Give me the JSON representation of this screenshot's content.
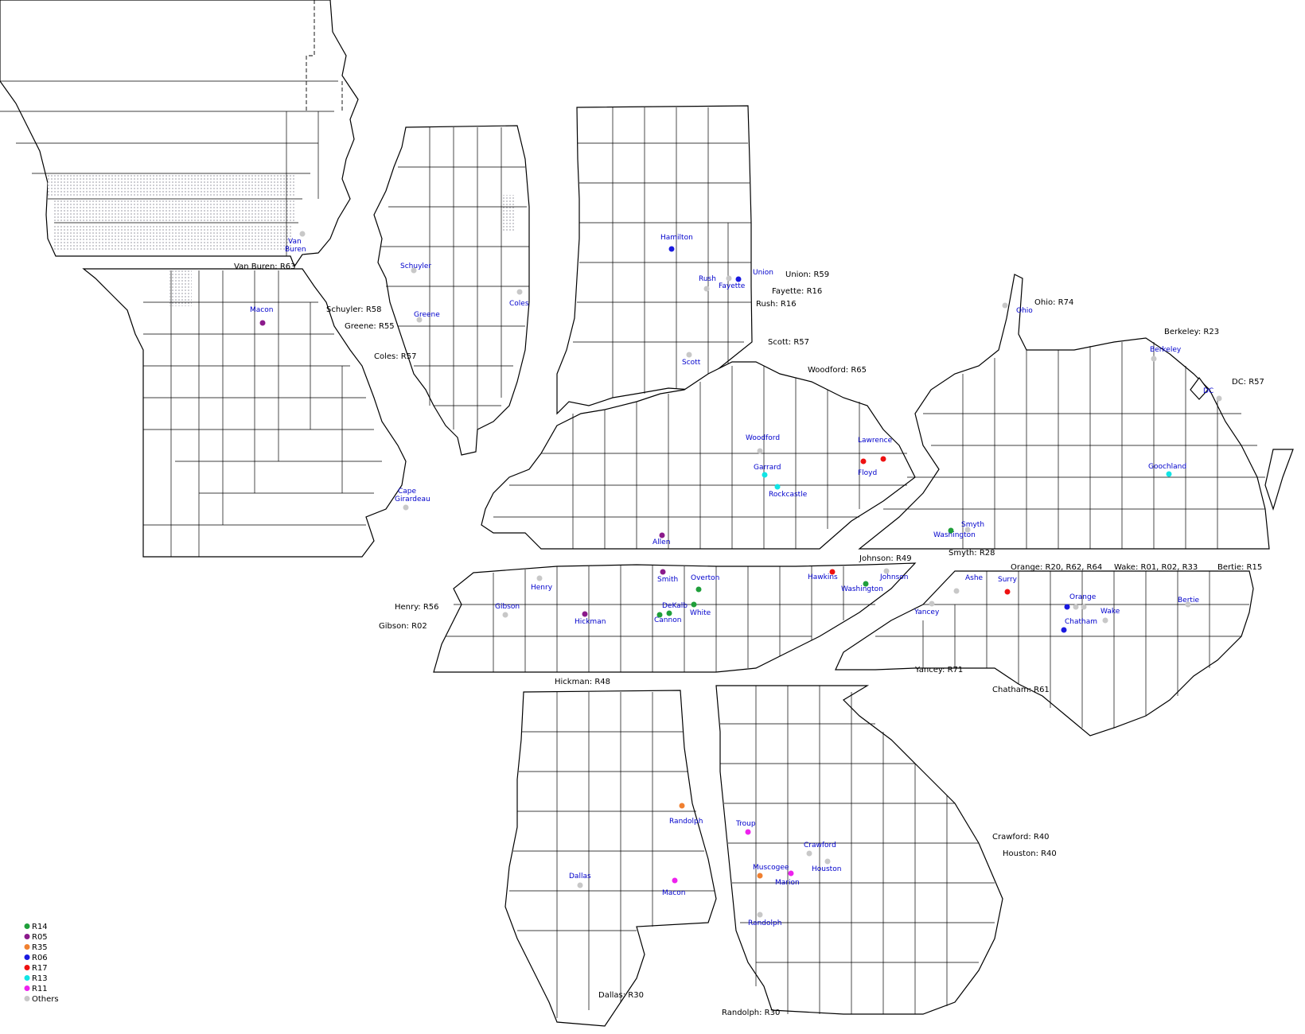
{
  "colors": {
    "R14": "#1f9f3a",
    "R05": "#8b1a8b",
    "R35": "#f08030",
    "R06": "#1a1ae0",
    "R17": "#ee1111",
    "R13": "#11e5e5",
    "R11": "#ee22ee",
    "Others": "#c8c8c8",
    "county_label": "#0000cc"
  },
  "legend": [
    {
      "key": "R14",
      "label": "R14"
    },
    {
      "key": "R05",
      "label": "R05"
    },
    {
      "key": "R35",
      "label": "R35"
    },
    {
      "key": "R06",
      "label": "R06"
    },
    {
      "key": "R17",
      "label": "R17"
    },
    {
      "key": "R13",
      "label": "R13"
    },
    {
      "key": "R11",
      "label": "R11"
    },
    {
      "key": "Others",
      "label": "Others"
    }
  ],
  "annotations": {
    "vanburen": "Van Buren: R63",
    "schuyler": "Schuyler: R58",
    "greene": "Greene: R55",
    "coles": "Coles: R57",
    "union": "Union: R59",
    "fayette": "Fayette: R16",
    "rush": "Rush: R16",
    "scott": "Scott: R57",
    "woodford": "Woodford: R65",
    "ohio": "Ohio: R74",
    "berkeley": "Berkeley: R23",
    "dc": "DC: R57",
    "smyth": "Smyth: R28",
    "johnson": "Johnson: R49",
    "orange": "Orange: R20, R62, R64",
    "wake": "Wake: R01, R02, R33",
    "bertie": "Bertie: R15",
    "henry": "Henry: R56",
    "gibson": "Gibson: R02",
    "hickman": "Hickman: R48",
    "yancey": "Yancey: R71",
    "chatham": "Chatham: R61",
    "crawford": "Crawford: R40",
    "houston": "Houston: R40",
    "dallas": "Dallas: R30",
    "randolph": "Randolph: R30"
  },
  "counties": {
    "vanburen1": "Van",
    "vanburen2": "Buren",
    "macon_mo": "Macon",
    "schuyler": "Schuyler",
    "greene": "Greene",
    "coles": "Coles",
    "cape1": "Cape",
    "cape2": "Girardeau",
    "hamilton": "Hamilton",
    "rush": "Rush",
    "fayette": "Fayette",
    "union": "Union",
    "scott": "Scott",
    "woodford": "Woodford",
    "garrard": "Garrard",
    "rockcastle": "Rockcastle",
    "lawrence": "Lawrence",
    "floyd": "Floyd",
    "allen": "Allen",
    "ohio": "Ohio",
    "berkeley": "Berkeley",
    "dc": "DC",
    "goochland": "Goochland",
    "smyth": "Smyth",
    "washington_va": "Washington",
    "henry": "Henry",
    "gibson": "Gibson",
    "hickman": "Hickman",
    "smith": "Smith",
    "overton": "Overton",
    "dekalb": "DeKalb",
    "cannon": "Cannon",
    "white": "White",
    "hawkins": "Hawkins",
    "washington_tn": "Washington",
    "johnson": "Johnson",
    "ashe": "Ashe",
    "surry": "Surry",
    "orange": "Orange",
    "chatham": "Chatham",
    "wake": "Wake",
    "bertie": "Bertie",
    "yancey": "Yancey",
    "randolph_al": "Randolph",
    "dallas": "Dallas",
    "macon_al": "Macon",
    "troup": "Troup",
    "crawford": "Crawford",
    "muscogee": "Muscogee",
    "marion": "Marion",
    "houston": "Houston",
    "randolph_ga": "Randolph"
  },
  "points": [
    {
      "county": "Van Buren",
      "group": "Others"
    },
    {
      "county": "Macon MO",
      "group": "R05"
    },
    {
      "county": "Schuyler",
      "group": "Others"
    },
    {
      "county": "Greene",
      "group": "Others"
    },
    {
      "county": "Coles",
      "group": "Others"
    },
    {
      "county": "Cape Girardeau",
      "group": "Others"
    },
    {
      "county": "Hamilton",
      "group": "R06"
    },
    {
      "county": "Rush",
      "group": "Others"
    },
    {
      "county": "Fayette",
      "group": "Others"
    },
    {
      "county": "Union",
      "group": "R06"
    },
    {
      "county": "Scott",
      "group": "Others"
    },
    {
      "county": "Woodford",
      "group": "Others"
    },
    {
      "county": "Garrard",
      "group": "R13"
    },
    {
      "county": "Rockcastle",
      "group": "R13"
    },
    {
      "county": "Lawrence",
      "group": "R17"
    },
    {
      "county": "Floyd",
      "group": "R17"
    },
    {
      "county": "Allen",
      "group": "R05"
    },
    {
      "county": "Ohio",
      "group": "Others"
    },
    {
      "county": "Berkeley",
      "group": "Others"
    },
    {
      "county": "DC",
      "group": "Others"
    },
    {
      "county": "Goochland",
      "group": "R13"
    },
    {
      "county": "Smyth",
      "group": "Others"
    },
    {
      "county": "Washington VA",
      "group": "R14"
    },
    {
      "county": "Henry",
      "group": "Others"
    },
    {
      "county": "Gibson",
      "group": "Others"
    },
    {
      "county": "Hickman",
      "group": "R05"
    },
    {
      "county": "Smith",
      "group": "R05"
    },
    {
      "county": "Overton",
      "group": "R14"
    },
    {
      "county": "DeKalb",
      "group": "R14"
    },
    {
      "county": "Cannon",
      "group": "R14"
    },
    {
      "county": "White",
      "group": "R14"
    },
    {
      "county": "Hawkins",
      "group": "R17"
    },
    {
      "county": "Washington TN",
      "group": "R14"
    },
    {
      "county": "Johnson",
      "group": "Others"
    },
    {
      "county": "Ashe",
      "group": "Others"
    },
    {
      "county": "Surry",
      "group": "R17"
    },
    {
      "county": "Orange",
      "group": "R06"
    },
    {
      "county": "Orange 2",
      "group": "Others"
    },
    {
      "county": "Orange 3",
      "group": "Others"
    },
    {
      "county": "Chatham",
      "group": "R06"
    },
    {
      "county": "Wake",
      "group": "Others"
    },
    {
      "county": "Bertie",
      "group": "Others"
    },
    {
      "county": "Yancey",
      "group": "Others"
    },
    {
      "county": "Randolph AL",
      "group": "R35"
    },
    {
      "county": "Dallas",
      "group": "Others"
    },
    {
      "county": "Macon AL",
      "group": "R11"
    },
    {
      "county": "Troup",
      "group": "R11"
    },
    {
      "county": "Crawford",
      "group": "Others"
    },
    {
      "county": "Muscogee",
      "group": "R35"
    },
    {
      "county": "Marion",
      "group": "R11"
    },
    {
      "county": "Houston",
      "group": "Others"
    },
    {
      "county": "Randolph GA",
      "group": "Others"
    }
  ]
}
